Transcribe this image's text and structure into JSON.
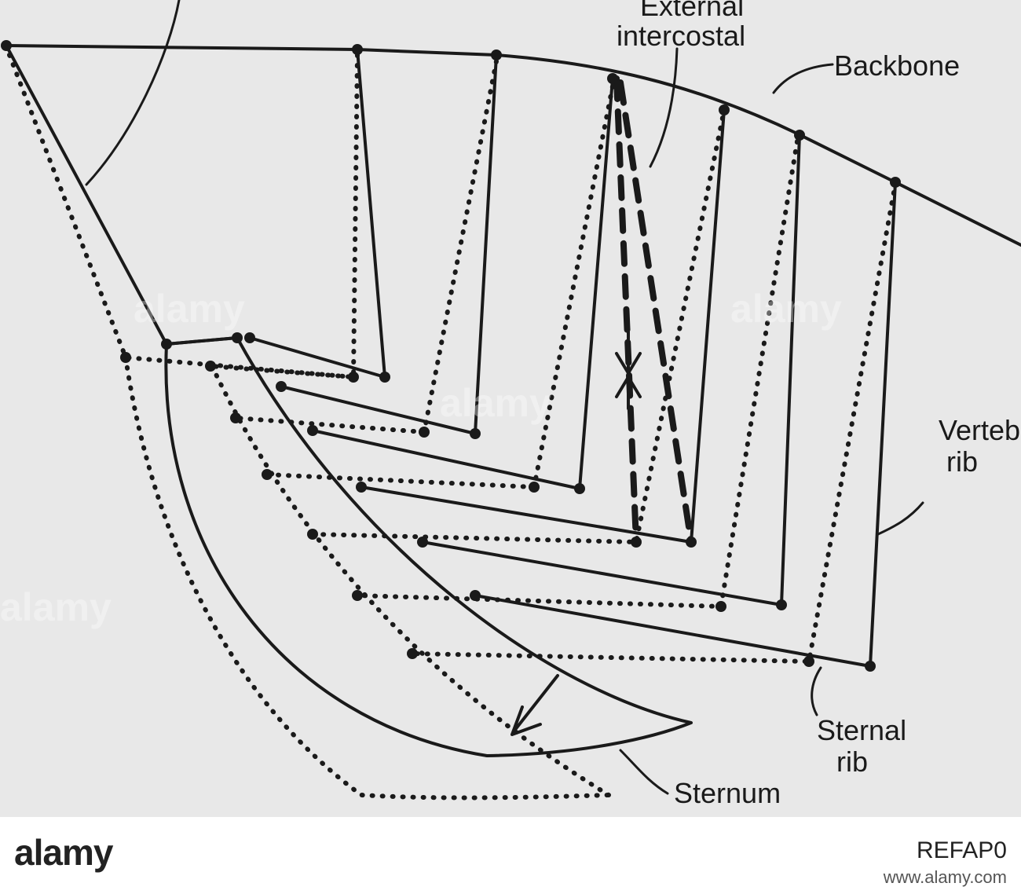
{
  "labels": {
    "external_intercostal_line1": "External",
    "external_intercostal_line2": "intercostal",
    "backbone": "Backbone",
    "vertebral_rib_line1": "Verteb",
    "vertebral_rib_line2": "rib",
    "sternal_rib_line1": "Sternal",
    "sternal_rib_line2": "rib",
    "sternum": "Sternum"
  },
  "watermark": {
    "text": "alamy",
    "image_id": "REFAP0",
    "footer_line": "www.alamy.com"
  },
  "colors": {
    "ink": "#1a1a1a",
    "paper": "#e8e8e8"
  }
}
